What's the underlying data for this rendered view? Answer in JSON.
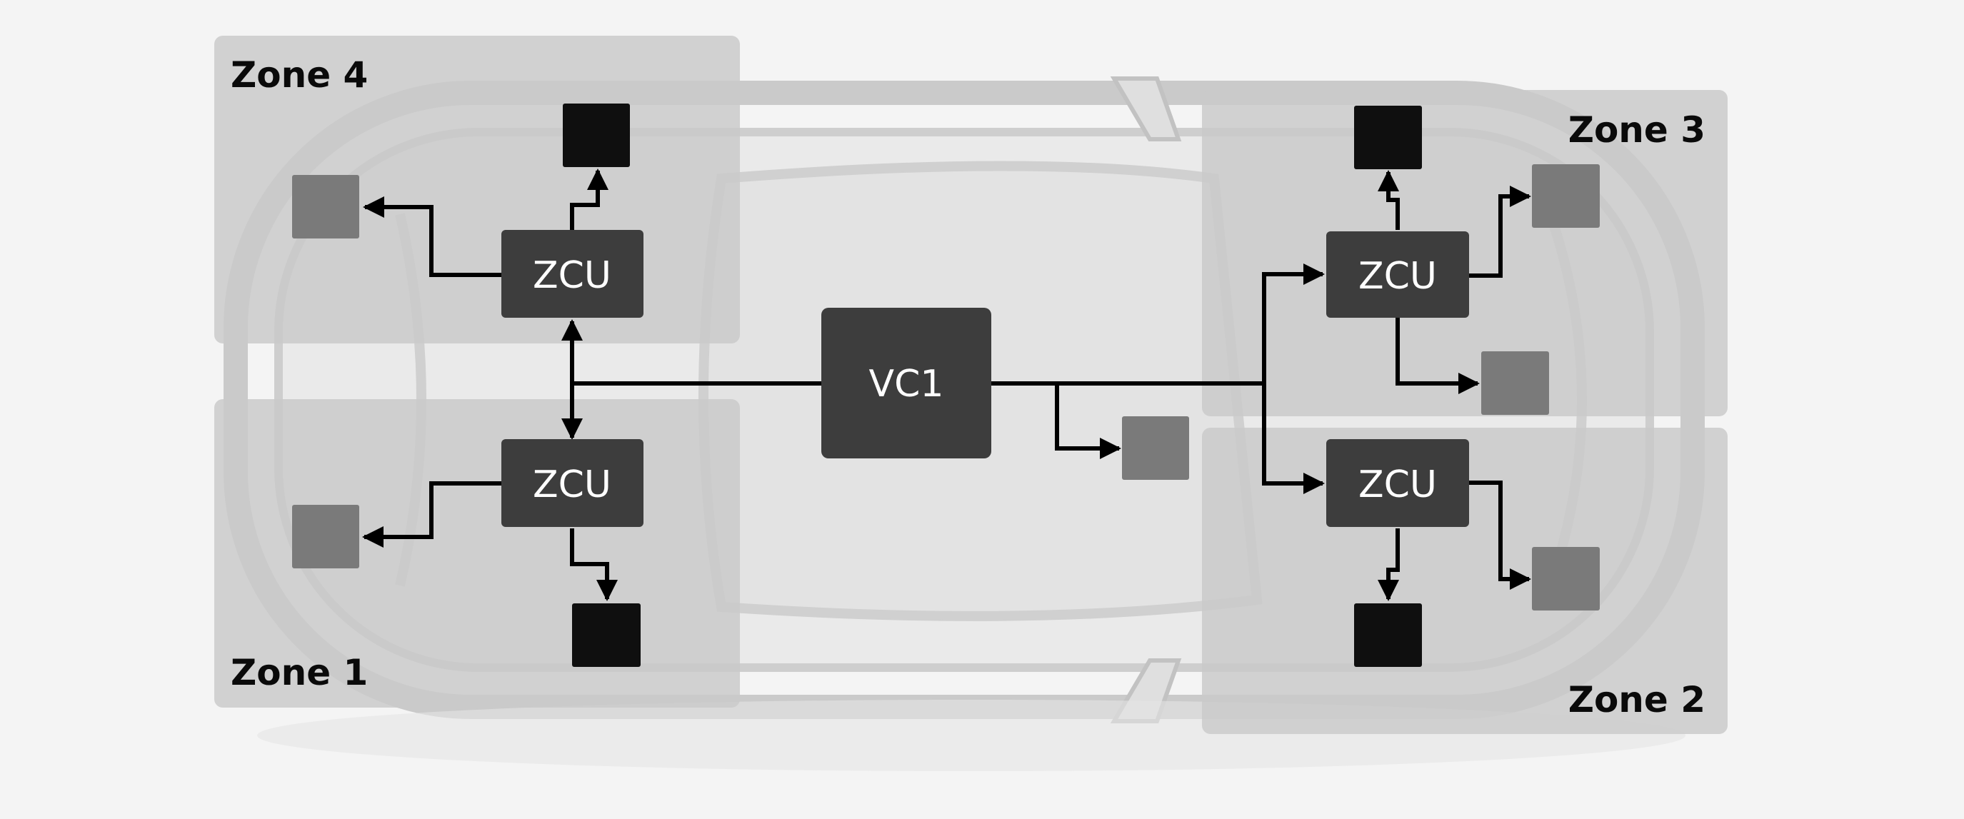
{
  "zones": [
    {
      "id": "zone-4",
      "label": "Zone 4"
    },
    {
      "id": "zone-3",
      "label": "Zone 3"
    },
    {
      "id": "zone-1",
      "label": "Zone 1"
    },
    {
      "id": "zone-2",
      "label": "Zone 2"
    }
  ],
  "central_controller": {
    "label": "VC1"
  },
  "zone_controllers": [
    {
      "zone": "zone-4",
      "label": "ZCU"
    },
    {
      "zone": "zone-1",
      "label": "ZCU"
    },
    {
      "zone": "zone-3",
      "label": "ZCU"
    },
    {
      "zone": "zone-2",
      "label": "ZCU"
    }
  ],
  "colors": {
    "background": "#f4f4f4",
    "zone_fill": "#c9c9c9",
    "controller_fill": "#3d3d3d",
    "device_dark": "#0f0f0f",
    "device_gray": "#7a7a7a",
    "wire": "#000000",
    "car_silhouette": "#b5b5b5"
  }
}
